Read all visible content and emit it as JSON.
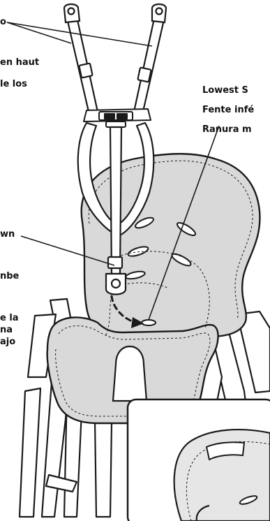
{
  "labels": {
    "shoulder_partial": "o",
    "height_fr_partial": "en haut",
    "height_es_partial": "le los",
    "lowest_en": "Lowest S",
    "lowest_fr": "Fente infé",
    "lowest_es": "Ranura m",
    "down_partial": "wn",
    "fr_partial": "nbe",
    "es_partial_1": "e la",
    "es_partial_2": "na",
    "es_partial_3": "ajo"
  },
  "colors": {
    "line": "#1a1a1a",
    "seat_fill": "#d9d9d9",
    "inset_fill": "#e6e6e6",
    "text": "#111111"
  }
}
